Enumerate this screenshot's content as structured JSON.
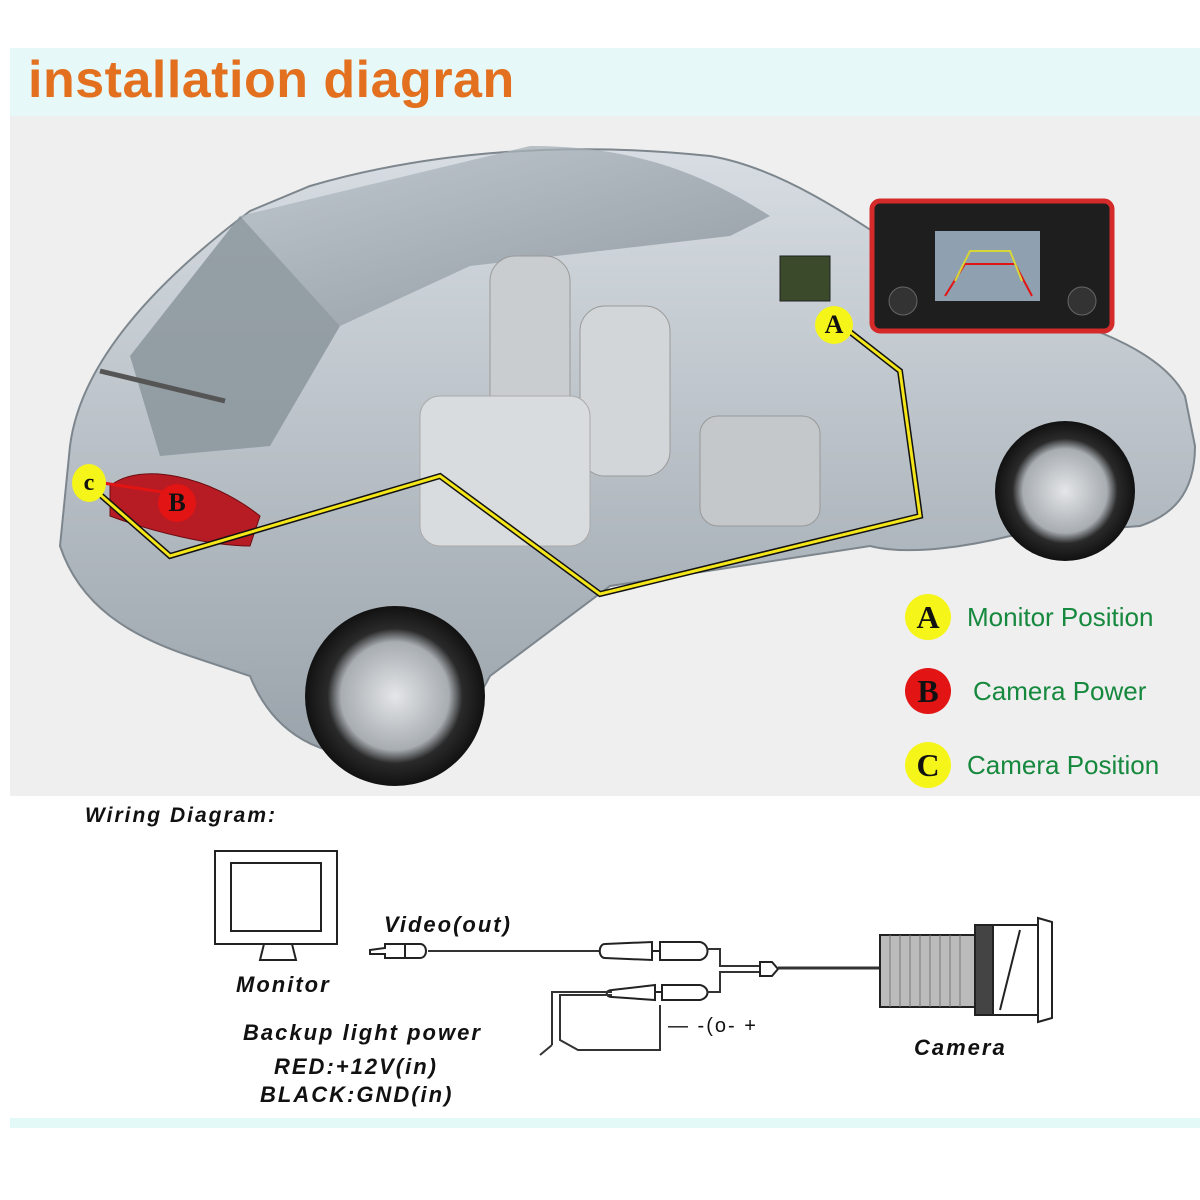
{
  "title": "installation diagran",
  "colors": {
    "title": "#e2701f",
    "legend_text": "#16893e",
    "badge_yellow": "#f6f51a",
    "badge_red": "#e21414",
    "wire_route": "#f5e61a",
    "head_unit_frame": "#d42a2a"
  },
  "car_photo": {
    "markers": [
      {
        "letter": "A",
        "color": "yellow"
      },
      {
        "letter": "B",
        "color": "red"
      },
      {
        "letter": "c",
        "color": "yellow"
      }
    ]
  },
  "legend": {
    "items": [
      {
        "letter": "A",
        "color": "yellow",
        "label": "Monitor Position"
      },
      {
        "letter": "B",
        "color": "red",
        "label": "Camera Power"
      },
      {
        "letter": "C",
        "color": "yellow",
        "label": "Camera Position"
      }
    ]
  },
  "wiring": {
    "title": "Wiring Diagram:",
    "monitor_label": "Monitor",
    "video_label": "Video(out)",
    "power_label": "Backup light power",
    "red_label": "RED:+12V(in)",
    "black_label": "BLACK:GND(in)",
    "polarity": "— -(o- +",
    "camera_label": "Camera"
  }
}
